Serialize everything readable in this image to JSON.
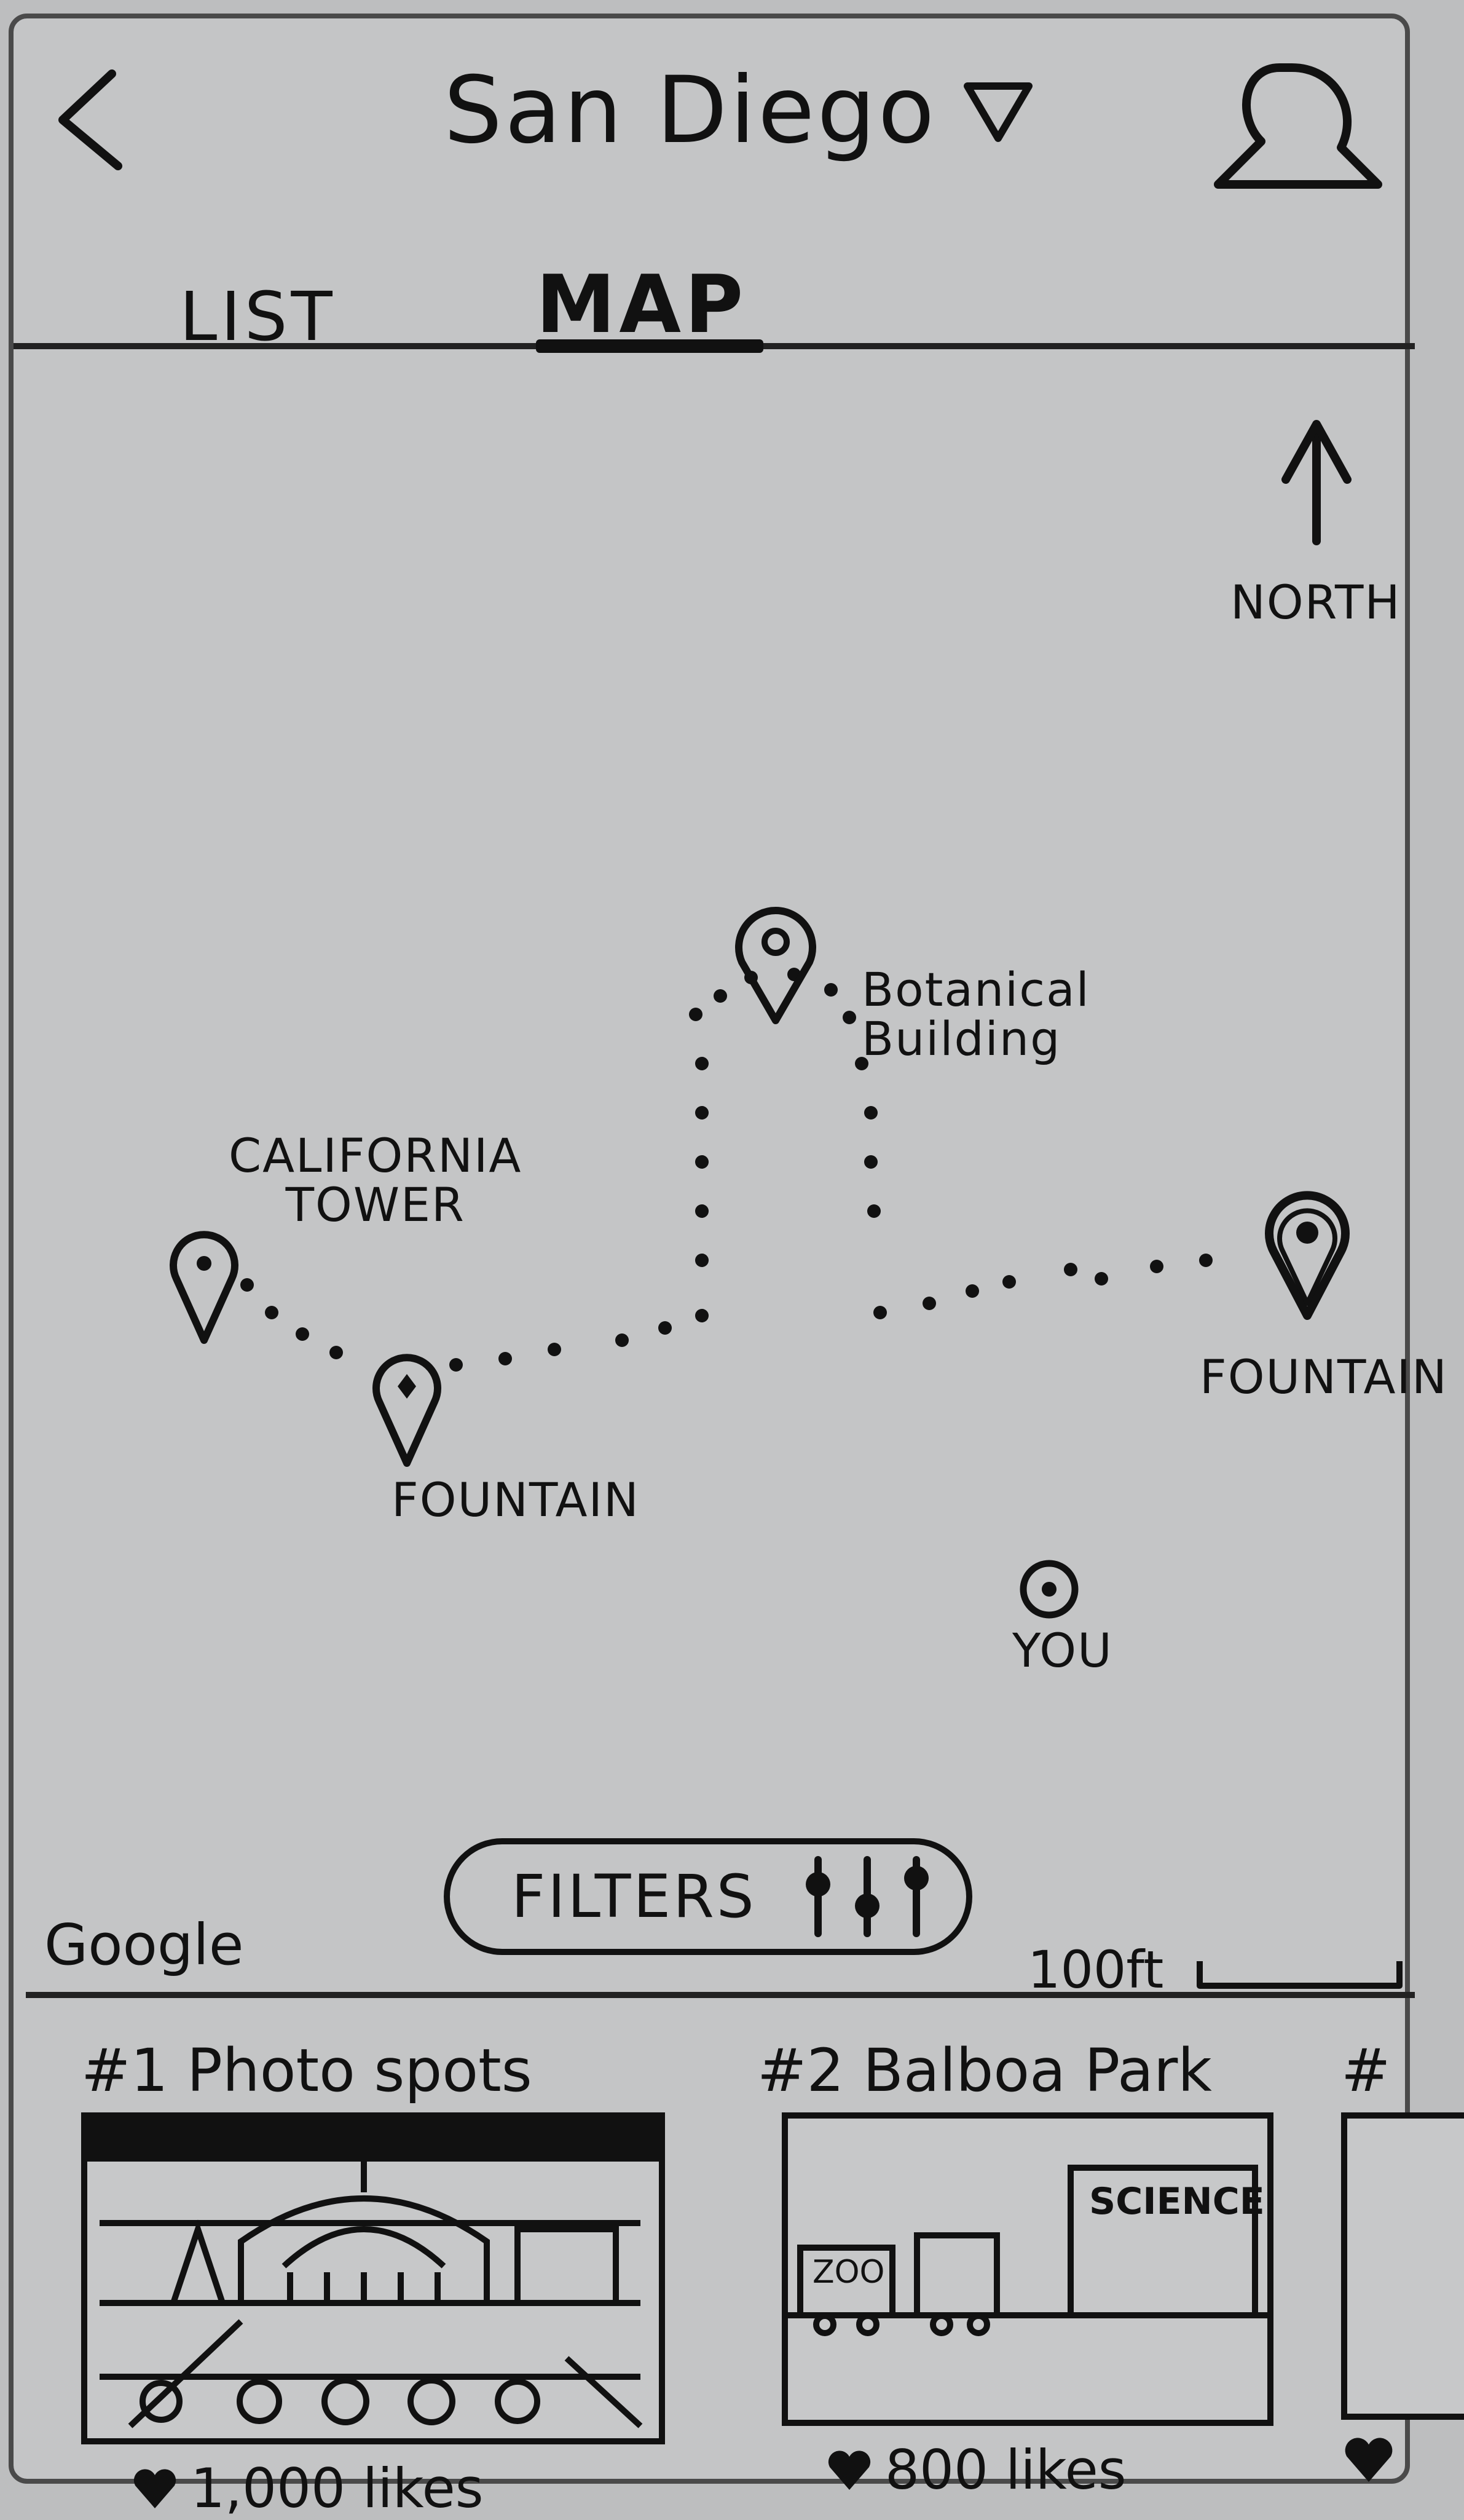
{
  "header": {
    "city": "San Diego"
  },
  "tabs": [
    {
      "label": "LIST",
      "active": false
    },
    {
      "label": "MAP",
      "active": true
    }
  ],
  "map": {
    "compass_label": "NORTH",
    "pins": [
      {
        "label": "Botanical\nBuilding"
      },
      {
        "label": "CALIFORNIA\nTOWER"
      },
      {
        "label": "FOUNTAIN"
      },
      {
        "label": "FOUNTAIN"
      }
    ],
    "user_label": "YOU",
    "filters_label": "FILTERS",
    "attribution": "Google",
    "scale_label": "100ft"
  },
  "cards": [
    {
      "title": "#1  Photo spots",
      "likes": "1,000 likes"
    },
    {
      "title": "#2  Balboa Park",
      "likes": "800 likes",
      "sign_text": "SCIENCE",
      "sign_text_2": "ZOO"
    },
    {
      "title": "#",
      "likes": ""
    }
  ]
}
